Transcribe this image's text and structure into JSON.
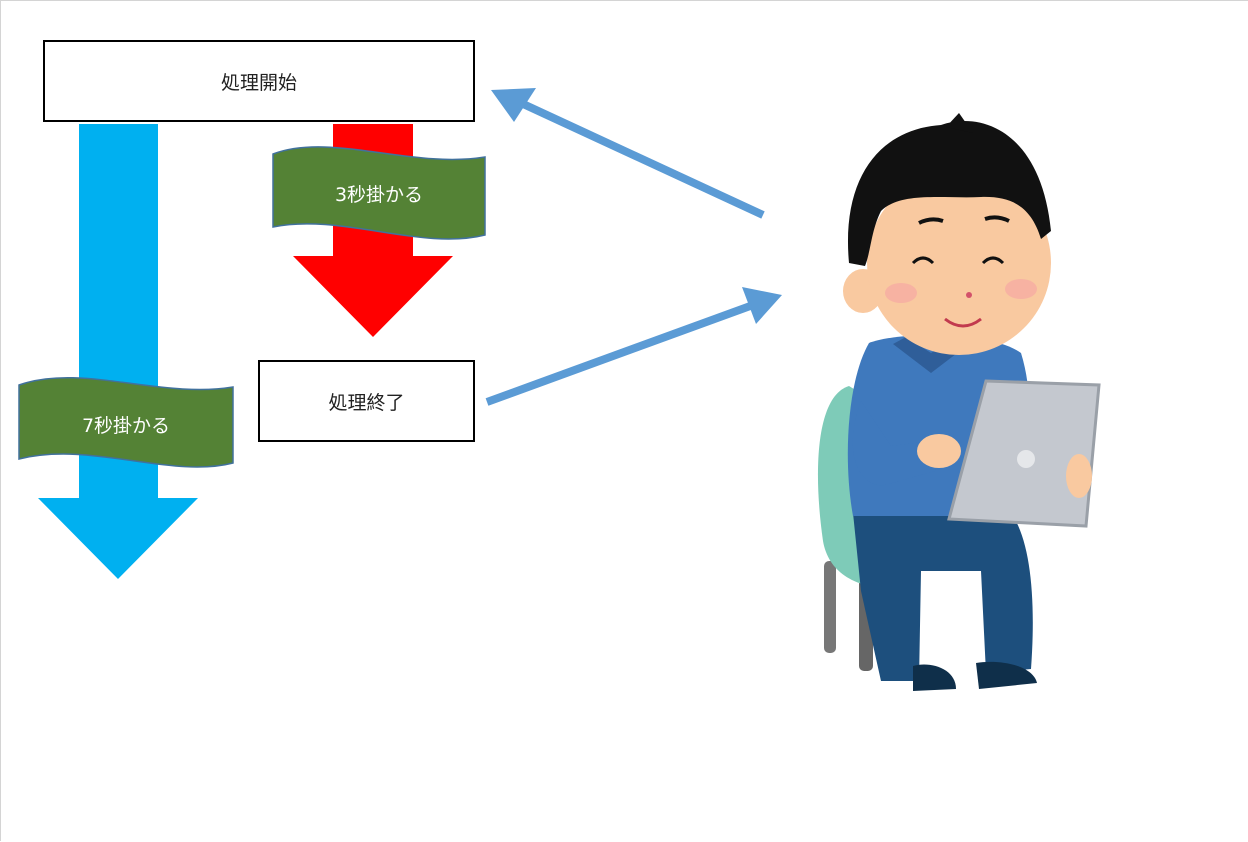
{
  "boxes": {
    "start": "処理開始",
    "end": "処理終了"
  },
  "banners": {
    "short": "3秒掛かる",
    "long": "7秒掛かる"
  },
  "colors": {
    "long_arrow": "#00b0f0",
    "short_arrow": "#ff0000",
    "banner_fill": "#548235",
    "banner_stroke": "#41719c",
    "flow_arrow": "#5b9bd5"
  },
  "illustration": "person-with-tablet"
}
